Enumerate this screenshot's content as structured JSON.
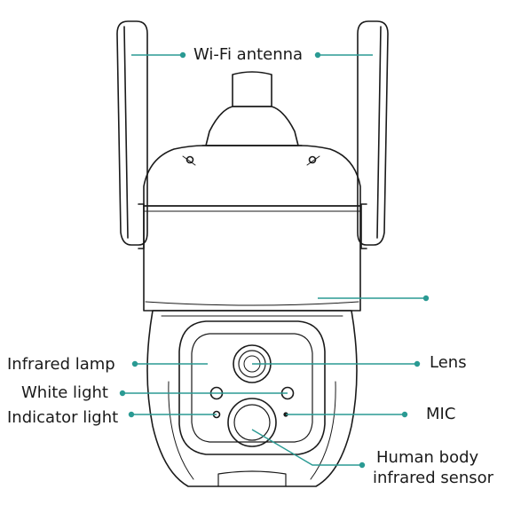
{
  "callouts": {
    "wifi_antenna": "Wi-Fi antenna",
    "infrared_lamp": "Infrared lamp",
    "white_light": "White light",
    "indicator_light": "Indicator light",
    "lens": "Lens",
    "mic": "MIC",
    "human_body_sensor_line1": "Human body",
    "human_body_sensor_line2": "infrared sensor"
  },
  "colors": {
    "outline": "#1a1a1a",
    "leader": "#2a9a93",
    "text": "#1a1a1a"
  }
}
